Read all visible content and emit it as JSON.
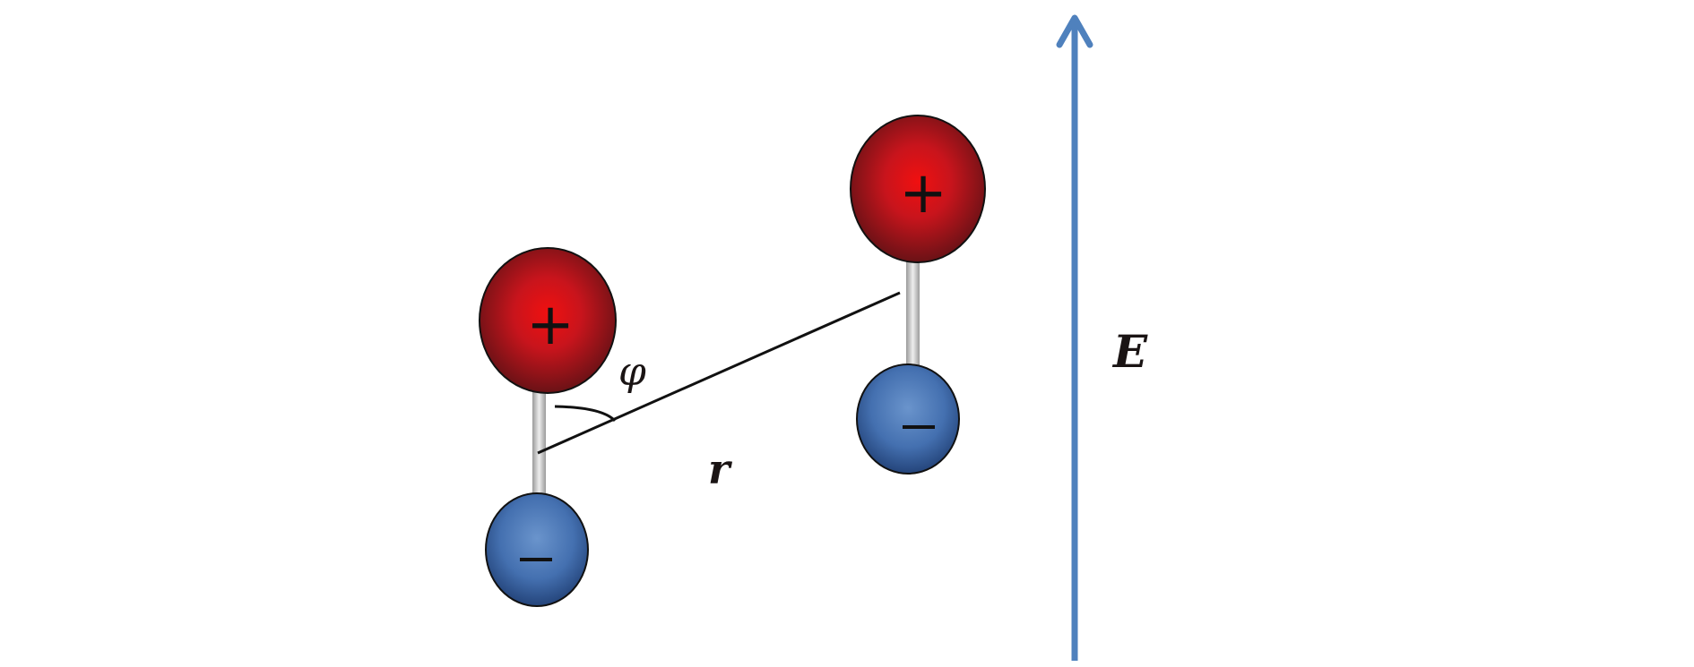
{
  "labels": {
    "field": "E",
    "distance": "r",
    "angle": "φ",
    "positive": "+",
    "negative": "−"
  },
  "colors": {
    "field_arrow": "#4f81bd",
    "positive_charge": "#e01018",
    "negative_charge": "#3f6db0",
    "rod": "#c8c8c8"
  }
}
